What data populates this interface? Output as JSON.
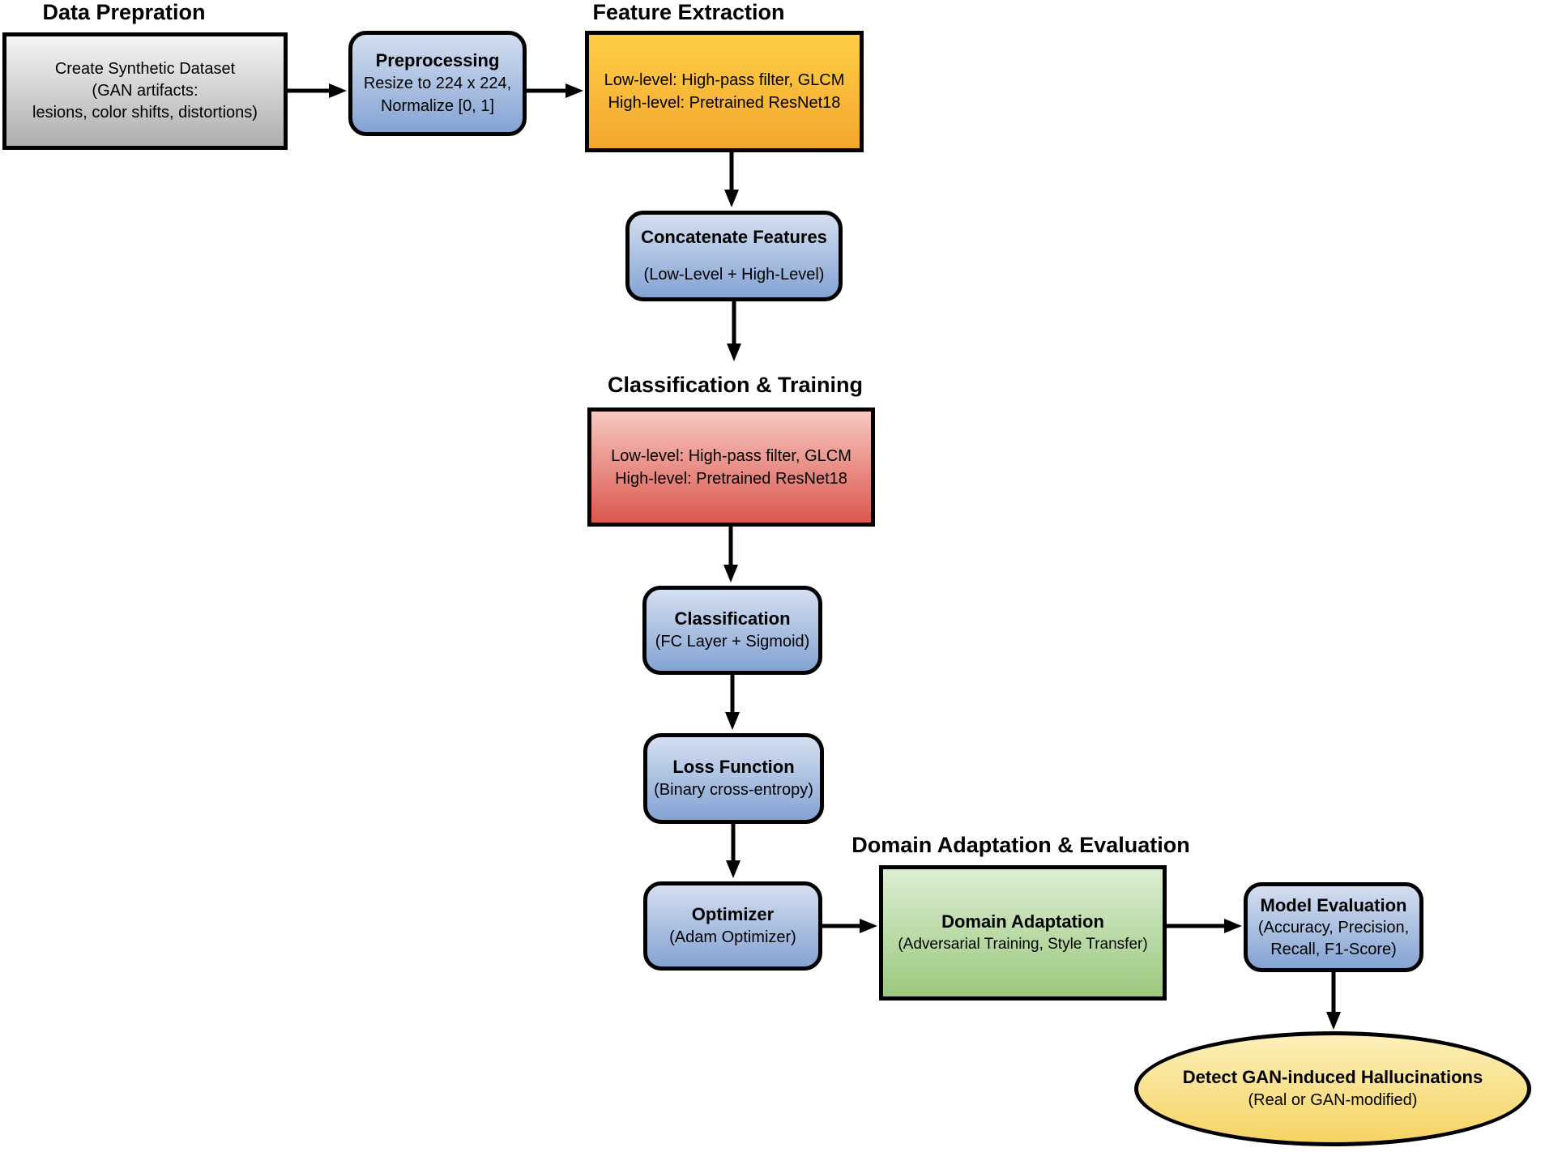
{
  "headers": {
    "data_preparation": "Data Prepration",
    "feature_extraction": "Feature Extraction",
    "classification_training": "Classification & Training",
    "domain_adaptation_evaluation": "Domain Adaptation & Evaluation"
  },
  "nodes": {
    "create_synthetic_dataset": {
      "line1": "Create Synthetic Dataset",
      "line2": "(GAN artifacts:",
      "line3": "lesions, color shifts, distortions)"
    },
    "preprocessing": {
      "title": "Preprocessing",
      "line1": "Resize to 224 x 224,",
      "line2": "Normalize [0, 1]"
    },
    "feature_extraction": {
      "line1": "Low-level: High-pass filter, GLCM",
      "line2": "High-level: Pretrained ResNet18"
    },
    "concatenate_features": {
      "title": "Concatenate Features",
      "subtitle": "(Low-Level + High-Level)"
    },
    "classification_training": {
      "line1": "Low-level: High-pass filter, GLCM",
      "line2": "High-level: Pretrained ResNet18"
    },
    "classification": {
      "title": "Classification",
      "subtitle": "(FC Layer + Sigmoid)"
    },
    "loss_function": {
      "title": "Loss Function",
      "subtitle": "(Binary cross-entropy)"
    },
    "optimizer": {
      "title": "Optimizer",
      "subtitle": "(Adam Optimizer)"
    },
    "domain_adaptation": {
      "title": "Domain Adaptation",
      "subtitle": "(Adversarial Training, Style Transfer)"
    },
    "model_evaluation": {
      "title": "Model Evaluation",
      "line1": "(Accuracy, Precision,",
      "line2": "Recall, F1-Score)"
    },
    "detect_hallucinations": {
      "title": "Detect GAN-induced Hallucinations",
      "subtitle": "(Real or GAN-modified)"
    }
  },
  "colors": {
    "border": "#000000",
    "gray_top": "#f5f5f5",
    "gray_bottom": "#aeaeae",
    "blue_top": "#d4dff0",
    "blue_bottom": "#84a3d3",
    "orange_top": "#ffce45",
    "orange_bottom": "#f3a72e",
    "red_top": "#f7c7c1",
    "red_bottom": "#db584e",
    "green_top": "#dceed2",
    "green_bottom": "#9cc87f",
    "yellow_top": "#fcf0ba",
    "yellow_bottom": "#f6d363"
  }
}
